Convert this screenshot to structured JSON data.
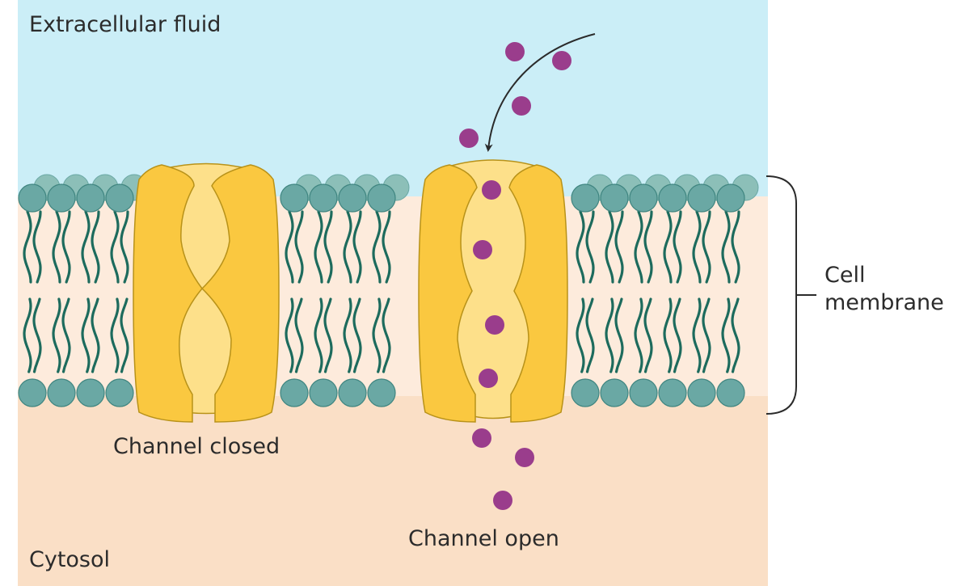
{
  "labels": {
    "extracellular": "Extracellular fluid",
    "cytosol": "Cytosol",
    "channel_closed": "Channel closed",
    "channel_open": "Channel open",
    "membrane_line1": "Cell",
    "membrane_line2": "membrane"
  },
  "colors": {
    "extracellular": "#cbeef7",
    "cytosol": "#fadfc6",
    "bilayer": "#fdebdc",
    "lipid_head": "#6aa8a4",
    "lipid_head_back": "#8cbfb8",
    "lipid_tail": "#1d6b5d",
    "protein": "#fac840",
    "protein_pore": "#fde08a",
    "protein_outline": "#b89219",
    "ion": "#9a3d8c",
    "arrow": "#2b2b2b",
    "bracket": "#2b2b2b"
  },
  "elements": {
    "ions": "purple ion particles",
    "arrow": "curved arrow indicating ion entry",
    "bracket": "membrane bracket"
  }
}
